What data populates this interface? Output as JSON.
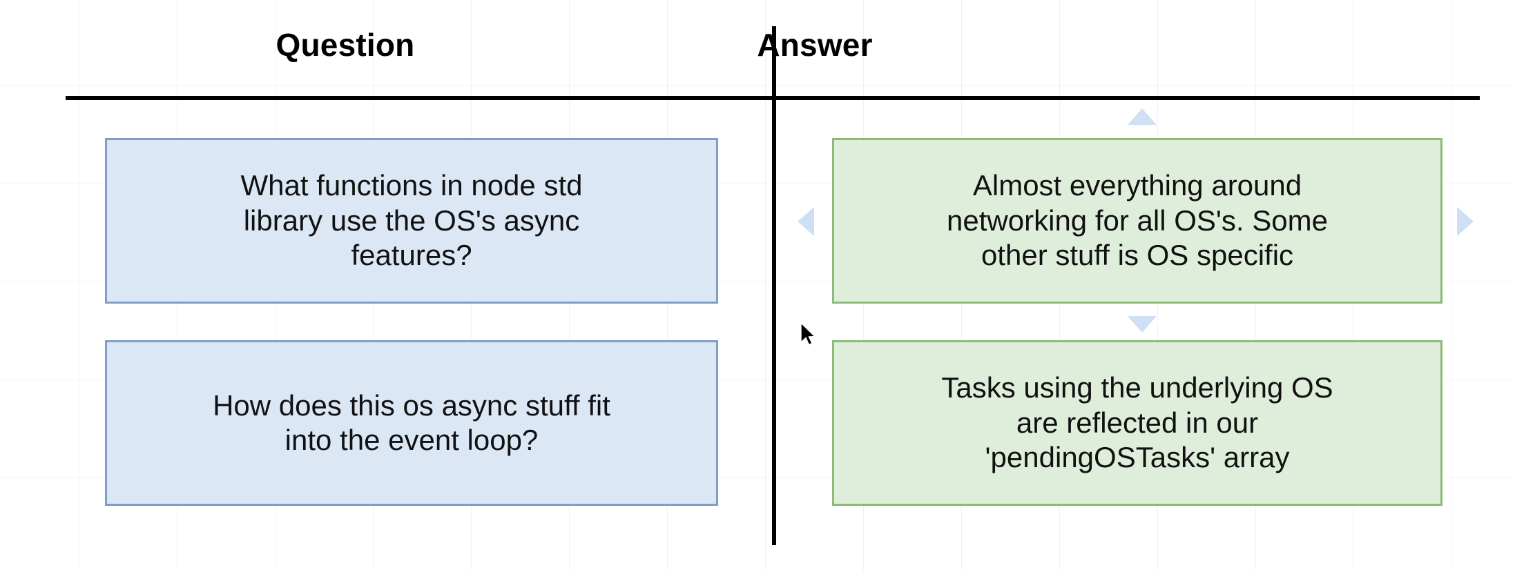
{
  "table": {
    "columns": [
      {
        "id": "question",
        "label": "Question"
      },
      {
        "id": "answer",
        "label": "Answer"
      }
    ],
    "rows": [
      {
        "question": "What functions in node std\nlibrary use the OS's async\nfeatures?",
        "answer": "Almost everything around\nnetworking for all OS's.  Some\nother stuff is OS specific"
      },
      {
        "question": "How does this os async stuff fit\ninto the event loop?",
        "answer": "Tasks using the underlying OS\nare reflected in our\n'pendingOSTasks' array"
      }
    ]
  },
  "navigation": {
    "up_label": "▲",
    "down_label": "▼",
    "left_label": "◀",
    "right_label": "▶"
  },
  "colors": {
    "question_fill": "#dce7f6",
    "question_border": "#7e9ec7",
    "answer_fill": "#dfeedb",
    "answer_border": "#8cba79",
    "nav_arrow": "#cfe0f4",
    "rule": "#000000",
    "text": "#111111"
  }
}
